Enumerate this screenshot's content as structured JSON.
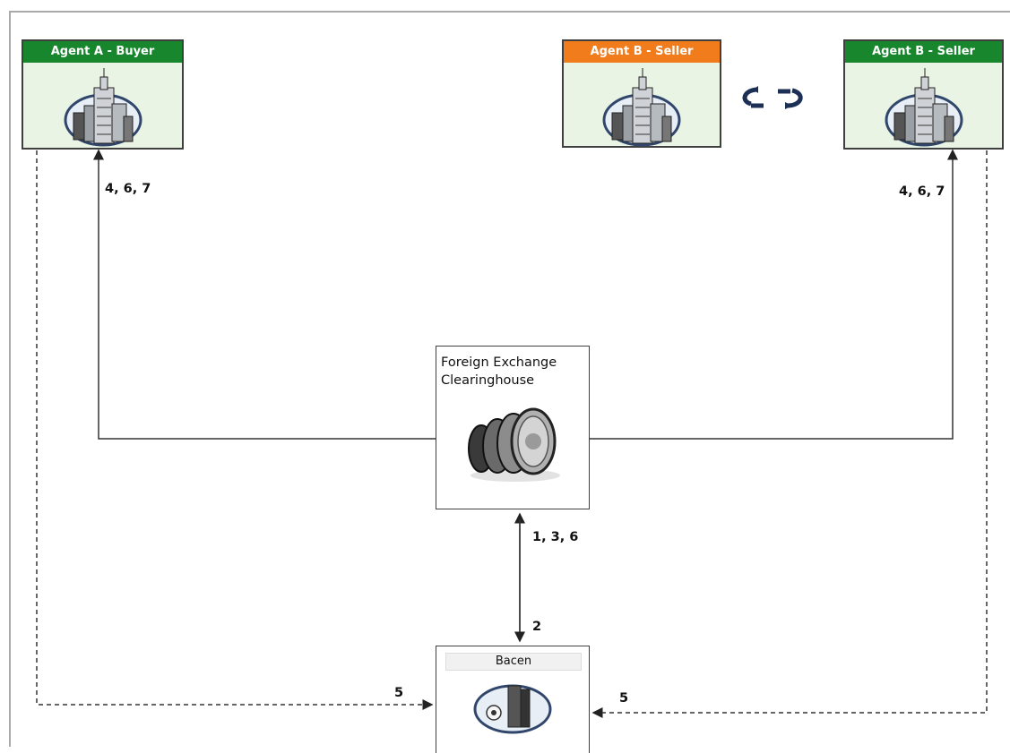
{
  "agents": {
    "buyer": {
      "title": "Agent A - Buyer",
      "color": "#17862d"
    },
    "seller_orange": {
      "title": "Agent B - Seller",
      "color": "#f07c1c"
    },
    "seller_green": {
      "title": "Agent B - Seller",
      "color": "#17862d"
    }
  },
  "clearinghouse": {
    "title_line1": "Foreign Exchange",
    "title_line2": "Clearinghouse"
  },
  "bacen": {
    "title": "Bacen"
  },
  "labels": {
    "left_arrow": "4, 6, 7",
    "right_arrow": "4, 6, 7",
    "fx_to_bacen_up": "1, 3, 6",
    "fx_to_bacen_down": "2",
    "dashed_left": "5",
    "dashed_right": "5"
  }
}
